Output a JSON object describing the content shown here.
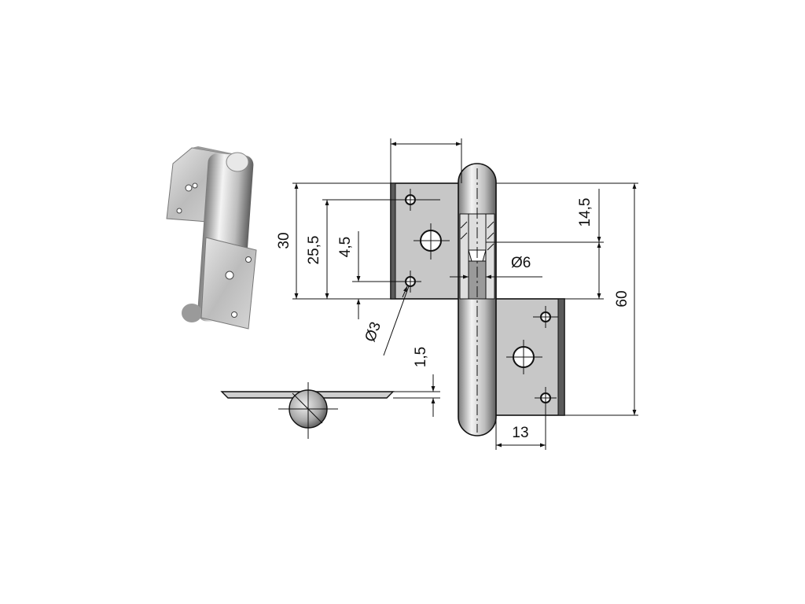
{
  "dimensions": {
    "d_30": "30",
    "d_25_5": "25,5",
    "d_4_5": "4,5",
    "d_phi3": "Ø3",
    "d_1_5": "1,5",
    "d_14_5": "14,5",
    "d_phi6": "Ø6",
    "d_60": "60",
    "d_13": "13"
  },
  "colors": {
    "plate": "#c7c7c7",
    "pin_light": "#f2f2f2",
    "pin_dark": "#6a6a6a",
    "line": "#111111"
  }
}
